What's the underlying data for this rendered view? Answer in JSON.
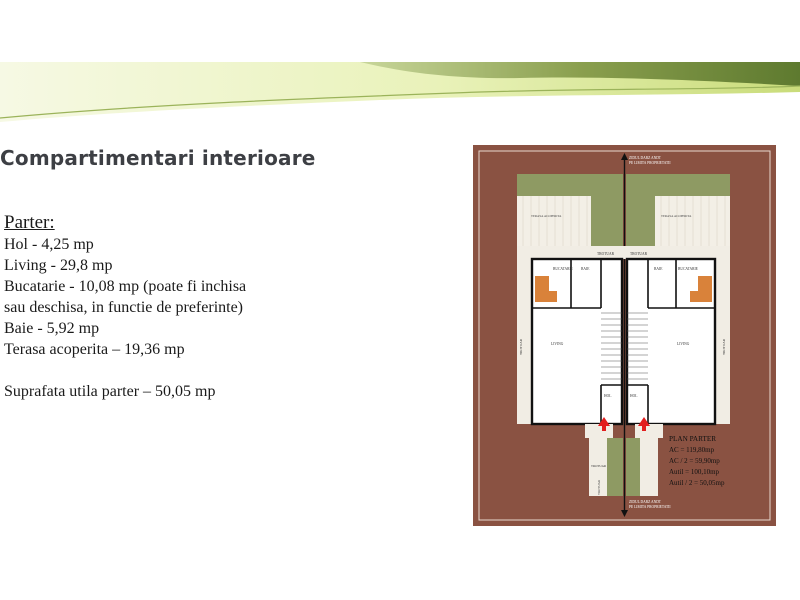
{
  "title": "Compartimentari interioare",
  "section": {
    "heading": "Parter:",
    "lines": [
      "Hol - 4,25 mp",
      "Living - 29,8 mp",
      "Bucatarie - 10,08 mp (poate fi inchisa",
      "sau deschisa, in functie de preferinte)",
      "Baie - 5,92 mp",
      "Terasa acoperita – 19,36 mp"
    ],
    "summary": "Suprafata utila parter – 50,05 mp"
  },
  "plan": {
    "legend_title": "PLAN PARTER",
    "legend_lines": [
      "AC = 119,80mp",
      "AC / 2 = 59,90mp",
      "Autil = 100,10mp",
      "Autil / 2 = 50,05mp"
    ],
    "colors": {
      "frame": "#8a5242",
      "walls": "#111111",
      "green": "#8e9a63",
      "kitchen": "#d9823a",
      "arrow": "#e21e1e"
    }
  }
}
